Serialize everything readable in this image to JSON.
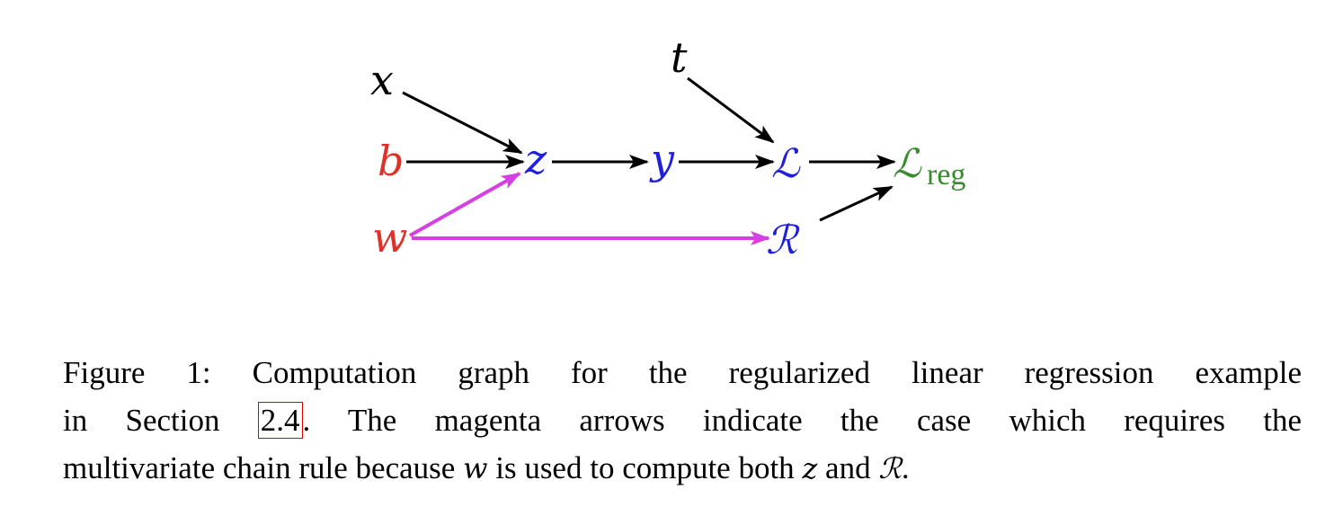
{
  "diagram": {
    "nodes": {
      "x": {
        "label": "x",
        "color": "#000000"
      },
      "t": {
        "label": "t",
        "color": "#000000"
      },
      "b": {
        "label": "b",
        "color": "#e0302a"
      },
      "w": {
        "label": "w",
        "color": "#e0302a"
      },
      "z": {
        "label": "z",
        "color": "#1f1fe0"
      },
      "y": {
        "label": "y",
        "color": "#1f1fe0"
      },
      "L": {
        "label": "ℒ",
        "color": "#1f1fe0"
      },
      "R": {
        "label": "ℛ",
        "color": "#1f1fe0"
      },
      "Lreg": {
        "label": "ℒ",
        "subscript": "reg",
        "color": "#3a8a2e"
      }
    },
    "edges": [
      {
        "from": "x",
        "to": "z",
        "color": "#000000"
      },
      {
        "from": "b",
        "to": "z",
        "color": "#000000"
      },
      {
        "from": "w",
        "to": "z",
        "color": "#d63fe0"
      },
      {
        "from": "w",
        "to": "R",
        "color": "#d63fe0"
      },
      {
        "from": "z",
        "to": "y",
        "color": "#000000"
      },
      {
        "from": "y",
        "to": "L",
        "color": "#000000"
      },
      {
        "from": "t",
        "to": "L",
        "color": "#000000"
      },
      {
        "from": "L",
        "to": "Lreg",
        "color": "#000000"
      },
      {
        "from": "R",
        "to": "Lreg",
        "color": "#000000"
      }
    ]
  },
  "caption": {
    "figure_label": "Figure 1:",
    "line1_text": "Computation graph for the regularized linear regression example",
    "line2_pre": "in Section",
    "section_ref": "2.4",
    "line2_post": ".  The magenta arrows indicate the case which requires the",
    "line3_pre": "multivariate chain rule because",
    "var_w": "w",
    "line3_mid": "is used to compute both",
    "var_z": "z",
    "line3_and": "and",
    "var_R": "ℛ",
    "line3_end": "."
  }
}
